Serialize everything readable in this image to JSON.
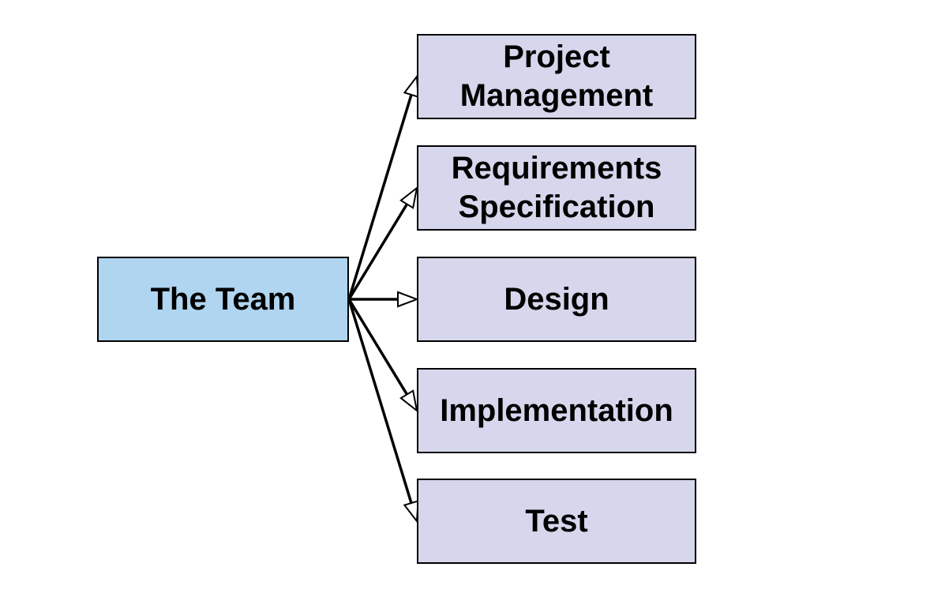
{
  "colors": {
    "root_fill": "#afd5f0",
    "child_fill": "#d6d6ec",
    "border": "#000000",
    "text": "#000000"
  },
  "root": {
    "label": "The Team"
  },
  "children": [
    {
      "label": "Project\nManagement"
    },
    {
      "label": "Requirements\nSpecification"
    },
    {
      "label": "Design"
    },
    {
      "label": "Implementation"
    },
    {
      "label": "Test"
    }
  ]
}
